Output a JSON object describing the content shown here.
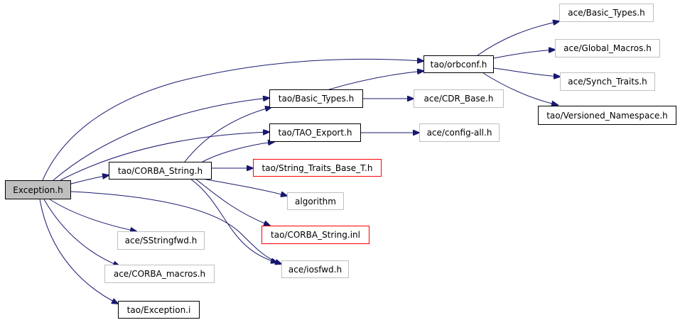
{
  "nodes": {
    "exception_h": "Exception.h",
    "corba_string_h": "tao/CORBA_String.h",
    "basic_types_h": "tao/Basic_Types.h",
    "tao_export_h": "tao/TAO_Export.h",
    "orbconf_h": "tao/orbconf.h",
    "ace_basic_types_h": "ace/Basic_Types.h",
    "ace_global_macros_h": "ace/Global_Macros.h",
    "ace_synch_traits_h": "ace/Synch_Traits.h",
    "tao_versioned_namespace_h": "tao/Versioned_Namespace.h",
    "ace_cdr_base_h": "ace/CDR_Base.h",
    "ace_config_all_h": "ace/config-all.h",
    "string_traits_base_t_h": "tao/String_Traits_Base_T.h",
    "algorithm": "algorithm",
    "corba_string_inl": "tao/CORBA_String.inl",
    "ace_iosfwd_h": "ace/iosfwd.h",
    "ace_sstringfwd_h": "ace/SStringfwd.h",
    "ace_corba_macros_h": "ace/CORBA_macros.h",
    "tao_exception_i": "tao/Exception.i"
  },
  "colors": {
    "edge": "#191970",
    "root_fill": "#bfbfbf",
    "external_border": "#bfbfbf",
    "truncated_border": "#ff0000",
    "node_border": "#000000"
  }
}
